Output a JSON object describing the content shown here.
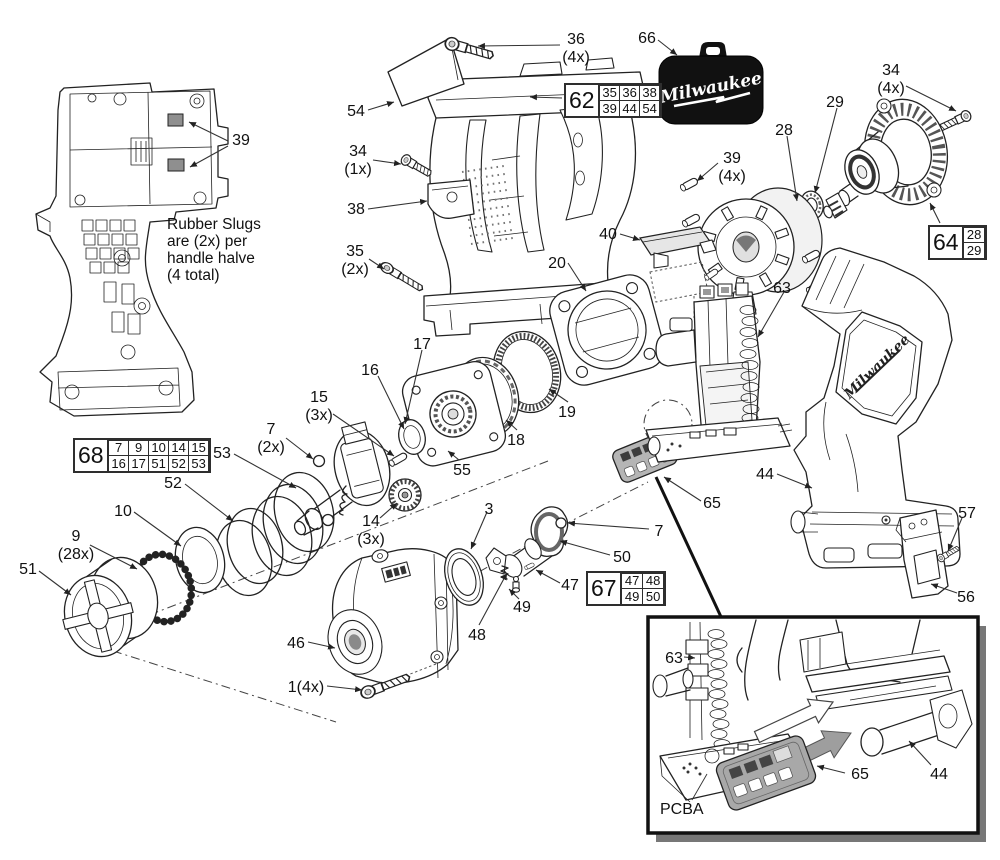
{
  "brand": {
    "case_script": "Milwaukee",
    "body_script": "Milwaukee"
  },
  "notes": {
    "rubber_slugs": "Rubber Slugs\nare (2x) per\nhandle halve\n(4 total)",
    "pcba": "PCBA"
  },
  "callouts": {
    "c39h": {
      "label": "39"
    },
    "c36": {
      "label": "36",
      "qty": "(4x)"
    },
    "c54": {
      "label": "54"
    },
    "c34a": {
      "label": "34",
      "qty": "(1x)"
    },
    "c38": {
      "label": "38"
    },
    "c35": {
      "label": "35",
      "qty": "(2x)"
    },
    "c66": {
      "label": "66"
    },
    "c34b": {
      "label": "34",
      "qty": "(4x)"
    },
    "c29": {
      "label": "29"
    },
    "c28": {
      "label": "28"
    },
    "c39b": {
      "label": "39",
      "qty": "(4x)"
    },
    "c40": {
      "label": "40"
    },
    "c20": {
      "label": "20"
    },
    "c63": {
      "label": "63"
    },
    "c19": {
      "label": "19"
    },
    "c18": {
      "label": "18"
    },
    "c17": {
      "label": "17"
    },
    "c16": {
      "label": "16"
    },
    "c15": {
      "label": "15",
      "qty": "(3x)"
    },
    "c7a": {
      "label": "7",
      "qty": "(2x)"
    },
    "c53": {
      "label": "53"
    },
    "c52": {
      "label": "52"
    },
    "c10": {
      "label": "10"
    },
    "c9": {
      "label": "9",
      "qty": "(28x)"
    },
    "c51": {
      "label": "51"
    },
    "c55": {
      "label": "55"
    },
    "c14": {
      "label": "14",
      "qty": "(3x)"
    },
    "c3": {
      "label": "3"
    },
    "c7b": {
      "label": "7"
    },
    "c50": {
      "label": "50"
    },
    "c47": {
      "label": "47"
    },
    "c49": {
      "label": "49"
    },
    "c48": {
      "label": "48"
    },
    "c46": {
      "label": "46"
    },
    "c1": {
      "label": "1(4x)"
    },
    "c44": {
      "label": "44"
    },
    "c57": {
      "label": "57"
    },
    "c56": {
      "label": "56"
    },
    "c65": {
      "label": "65"
    },
    "i63": {
      "label": "63"
    },
    "i65": {
      "label": "65"
    },
    "i44": {
      "label": "44"
    }
  },
  "ref_boxes": {
    "b62": {
      "id": "62",
      "cells": [
        "35",
        "36",
        "38",
        "39",
        "44",
        "54"
      ]
    },
    "b64": {
      "id": "64",
      "cells": [
        "28",
        "29"
      ]
    },
    "b67": {
      "id": "67",
      "cells": [
        "47",
        "48",
        "49",
        "50"
      ]
    },
    "b68": {
      "id": "68",
      "cells": [
        "7",
        "9",
        "10",
        "14",
        "15",
        "16",
        "17",
        "51",
        "52",
        "53"
      ]
    }
  }
}
